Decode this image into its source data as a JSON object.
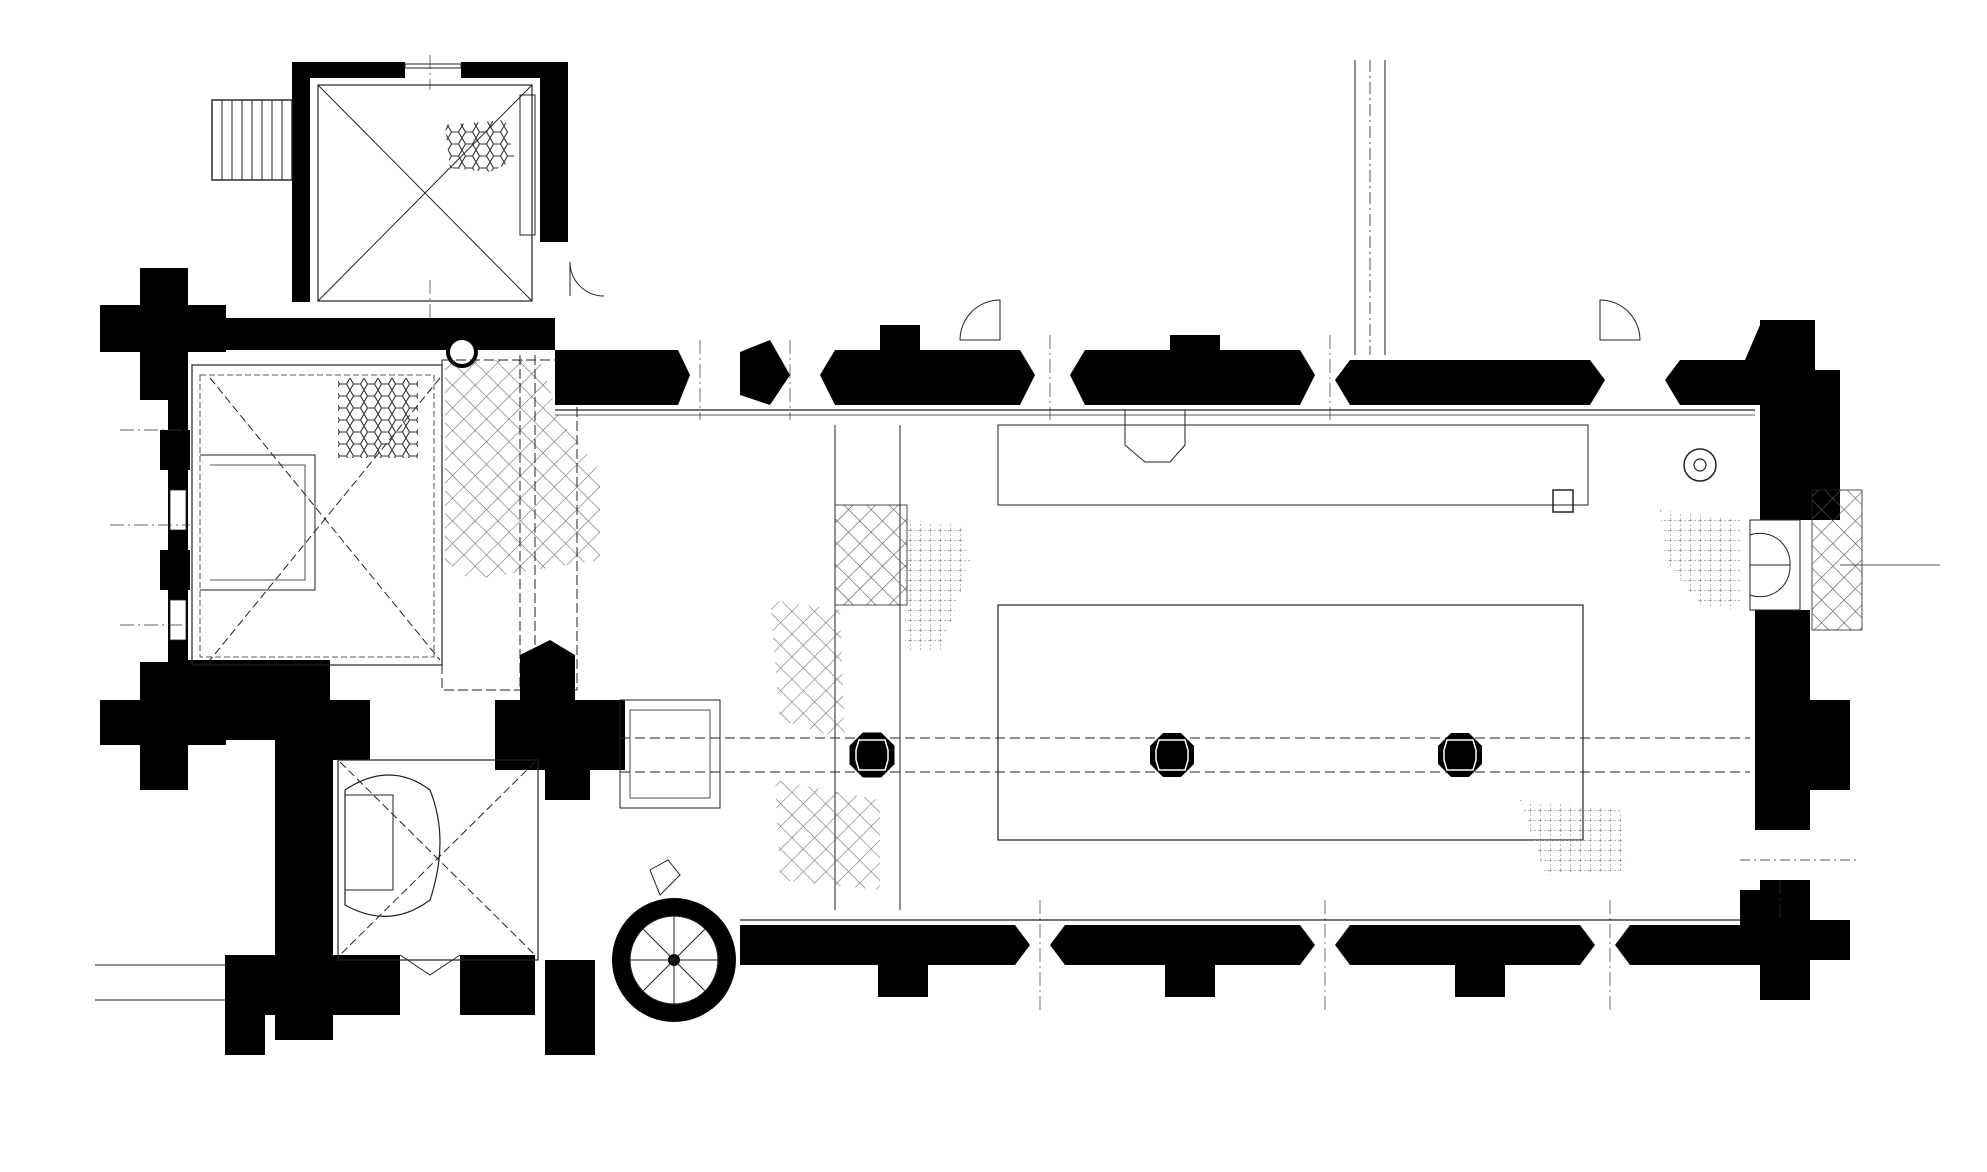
{
  "diagram": {
    "kind": "architectural-floor-plan",
    "rooms": [
      "annex-room",
      "tower-base",
      "side-chapel",
      "porch",
      "nave",
      "spiral-stair"
    ],
    "piers": 3,
    "colors": {
      "wall": "#000000",
      "line": "#222222",
      "hatch": "#555555",
      "paper": "#ffffff"
    }
  }
}
